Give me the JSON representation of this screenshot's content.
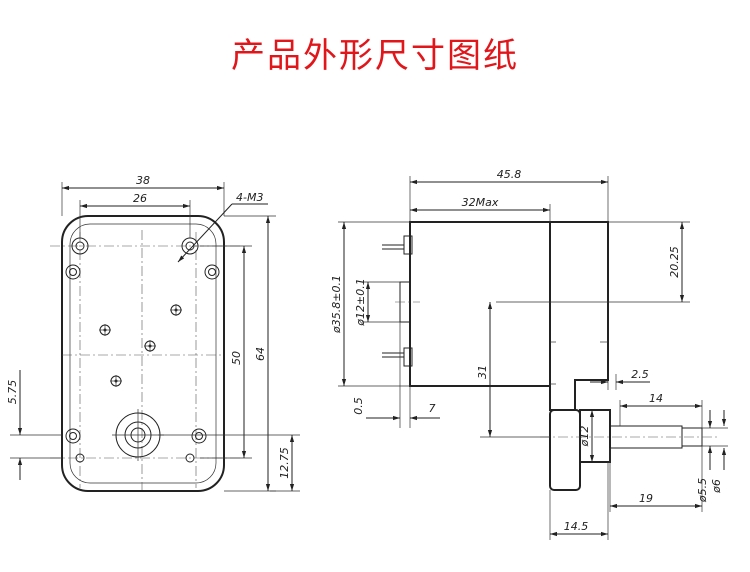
{
  "title": "产品外形尺寸图纸",
  "front_view": {
    "dim_width_outer": "38",
    "dim_width_holes": "26",
    "dim_hole_callout": "4-M3",
    "dim_height_holes": "50",
    "dim_height_outer": "64",
    "dim_left_offset": "5.75",
    "dim_bottom_offset": "12.75"
  },
  "side_view": {
    "dim_total_length": "45.8",
    "dim_motor_length": "32Max",
    "dim_top_offset": "20.25",
    "dim_motor_dia": "ø35.8±0.1",
    "dim_boss_dia": "ø12±0.1",
    "dim_center_height": "31",
    "dim_boss_thk": "0.5",
    "dim_terminal": "7",
    "dim_shaft_step": "2.5",
    "dim_flat_length": "14",
    "dim_hub_dia": "ø12",
    "dim_shaft_length": "19",
    "dim_flat_dia": "ø5.5",
    "dim_shaft_dia": "ø6",
    "dim_gearbox_thk": "14.5"
  }
}
